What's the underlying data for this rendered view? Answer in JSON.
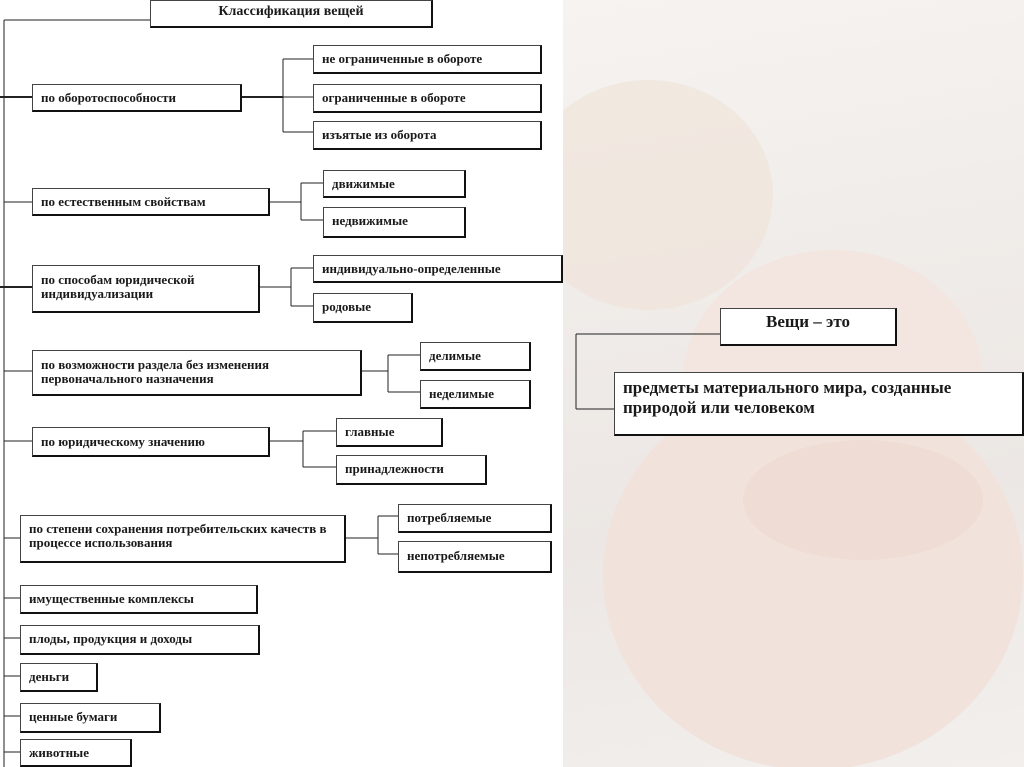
{
  "title": "Классификация вещей",
  "criteria": {
    "turnover": "по оборотоспособности",
    "natural": "по естественным свойствам",
    "legal_individualization": "по способам юридической индивидуализации",
    "division": "по возможности раздела без изменения первоначального назначения",
    "legal_significance": "по юридическому значению",
    "consumption": "по степени сохранения потребительских качеств в процессе использования",
    "property_complexes": "имущественные комплексы",
    "fruits": "плоды, продукция и доходы",
    "money": "деньги",
    "securities": "ценные бумаги",
    "animals": "животные"
  },
  "subtypes": {
    "turnover": [
      "не ограниченные в обороте",
      "ограниченные в обороте",
      "изъятые из оборота"
    ],
    "natural": [
      "движимые",
      "недвижимые"
    ],
    "legal_individualization": [
      "индивидуально-определенные",
      "родовые"
    ],
    "division": [
      "делимые",
      "неделимые"
    ],
    "legal_significance": [
      "главные",
      "принадлежности"
    ],
    "consumption": [
      "потребляемые",
      "непотребляемые"
    ]
  },
  "definition": {
    "title": "Вещи – это",
    "text": "предметы материального мира, созданные природой или человеком"
  }
}
